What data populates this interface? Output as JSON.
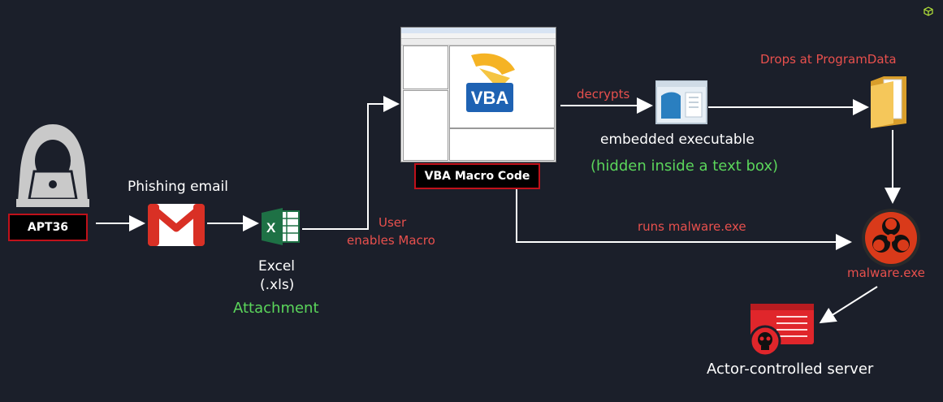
{
  "nodes": {
    "apt": "APT36",
    "phishing": "Phishing email",
    "excel_line1": "Excel",
    "excel_line2": "(.xls)",
    "attachment": "Attachment",
    "user_line1": "User",
    "user_line2": "enables Macro",
    "vba": "VBA Macro Code",
    "vba_logo": "VBA",
    "decrypts": "decrypts",
    "embedded": "embedded executable",
    "hidden": "(hidden inside a text box)",
    "drops": "Drops at ProgramData",
    "runs": "runs malware.exe",
    "malware": "malware.exe",
    "server": "Actor-controlled server"
  },
  "colors": {
    "background": "#1b1f2a",
    "red": "#e8504d",
    "green": "#5bd65b",
    "box_border": "#c0111a"
  },
  "icons": [
    "hacker-icon",
    "gmail-icon",
    "excel-icon",
    "vba-editor-screenshot",
    "executable-icon",
    "folder-icon",
    "biohazard-icon",
    "server-skull-icon",
    "cube-icon"
  ]
}
